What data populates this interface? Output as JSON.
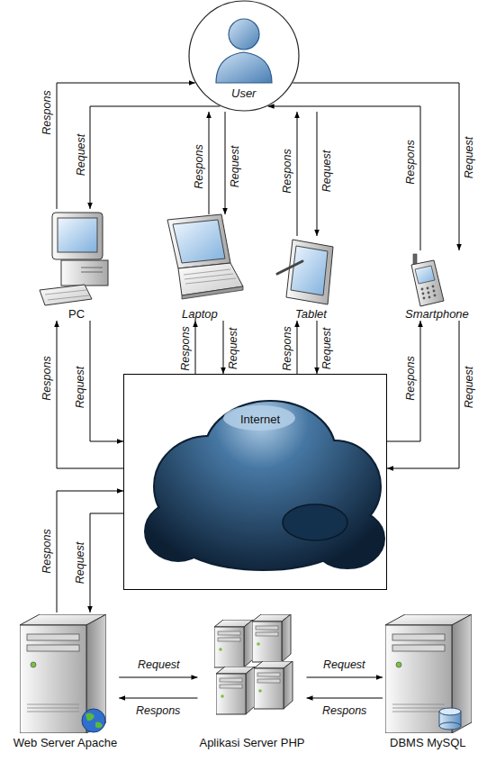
{
  "diagram": {
    "nodes": [
      {
        "text": [
          "User"
        ]
      },
      {
        "text": [
          "PC"
        ]
      },
      {
        "text": [
          "Laptop"
        ]
      },
      {
        "text": [
          "Tablet"
        ]
      },
      {
        "text": [
          "Smartphone"
        ]
      },
      {
        "text": [
          "Internet"
        ]
      },
      {
        "text": [
          "Web Server Apache"
        ]
      },
      {
        "text": [
          "Aplikasi Server PHP"
        ]
      },
      {
        "text": [
          "DBMS MySQL"
        ]
      }
    ],
    "edges": [
      {
        "from": 0,
        "to": 1,
        "label": "Request",
        "arrow": "to"
      },
      {
        "from": 1,
        "to": 0,
        "label": "Respons",
        "arrow": "to"
      },
      {
        "from": 0,
        "to": 2,
        "label": "Request",
        "arrow": "to"
      },
      {
        "from": 2,
        "to": 0,
        "label": "Respons",
        "arrow": "to"
      },
      {
        "from": 0,
        "to": 3,
        "label": "Request",
        "arrow": "to"
      },
      {
        "from": 3,
        "to": 0,
        "label": "Respons",
        "arrow": "to"
      },
      {
        "from": 0,
        "to": 4,
        "label": "Request",
        "arrow": "to"
      },
      {
        "from": 4,
        "to": 0,
        "label": "Respons",
        "arrow": "to"
      },
      {
        "from": 1,
        "to": 5,
        "label": "Request",
        "arrow": "to"
      },
      {
        "from": 5,
        "to": 1,
        "label": "Respons",
        "arrow": "to"
      },
      {
        "from": 2,
        "to": 5,
        "label": "Request",
        "arrow": "to"
      },
      {
        "from": 5,
        "to": 2,
        "label": "Respons",
        "arrow": "to"
      },
      {
        "from": 3,
        "to": 5,
        "label": "Request",
        "arrow": "to"
      },
      {
        "from": 5,
        "to": 3,
        "label": "Respons",
        "arrow": "to"
      },
      {
        "from": 4,
        "to": 5,
        "label": "Request",
        "arrow": "to"
      },
      {
        "from": 5,
        "to": 4,
        "label": "Respons",
        "arrow": "to"
      },
      {
        "from": 5,
        "to": 6,
        "label": "Request",
        "arrow": "to"
      },
      {
        "from": 6,
        "to": 5,
        "label": "Respons",
        "arrow": "to"
      },
      {
        "from": 6,
        "to": 7,
        "label": "Request",
        "arrow": "to"
      },
      {
        "from": 7,
        "to": 6,
        "label": "Respons",
        "arrow": "to"
      },
      {
        "from": 7,
        "to": 8,
        "label": "Request",
        "arrow": "to"
      },
      {
        "from": 8,
        "to": 7,
        "label": "Respons",
        "arrow": "to"
      }
    ]
  }
}
